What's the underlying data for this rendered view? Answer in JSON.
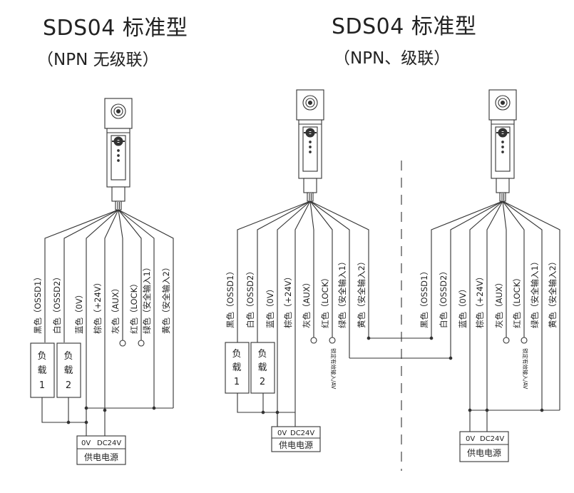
{
  "left": {
    "title": "SDS04 标准型",
    "subtitle": "（NPN 无级联）",
    "wires": [
      "黑色（OSSD1）",
      "白色（OSSD2）",
      "蓝色（0V）",
      "棕色（+24V）",
      "灰色（AUX）",
      "红色（LOCK）",
      "绿色（安全输入1）",
      "黄色（安全输入2）"
    ],
    "loads": [
      [
        "负",
        "载",
        "1"
      ],
      [
        "负",
        "载",
        "2"
      ]
    ],
    "psu": {
      "v0": "0V",
      "v24": "DC24V",
      "label": "供电电源"
    }
  },
  "right": {
    "title": "SDS04 标准型",
    "subtitle": "（NPN、级联）",
    "unit1": {
      "wires": [
        "黑色（OSSD1）",
        "白色（OSSD2）",
        "蓝色（0V）",
        "棕色（+24V）",
        "灰色（AUX）",
        "红色（LOCK）",
        "绿色（安全输入1）",
        "黄色（安全输入2）"
      ],
      "loads": [
        [
          "负",
          "载",
          "1"
        ],
        [
          "负",
          "载",
          "2"
        ]
      ],
      "note": "锁定有效输入/AV",
      "psu": {
        "v0": "0V",
        "v24": "DC24V",
        "label": "供电电源"
      }
    },
    "unit2": {
      "wires": [
        "黑色（OSSD1）",
        "白色（OSSD2）",
        "蓝色（0V）",
        "棕色（+24V）",
        "灰色（AUX）",
        "红色（LOCK）",
        "绿色（安全输入1）",
        "黄色（安全输入2）"
      ],
      "note": "锁定有效输入/AV",
      "psu": {
        "v0": "0V",
        "v24": "DC24V",
        "label": "供电电源"
      }
    }
  }
}
